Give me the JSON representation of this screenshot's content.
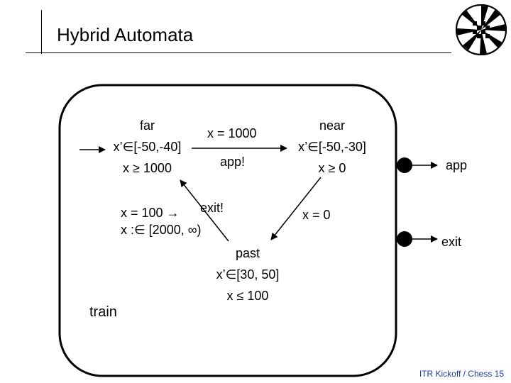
{
  "slide": {
    "title": "Hybrid Automata",
    "footer": "ITR Kickoff / Chess  15"
  },
  "automaton": {
    "name": "train",
    "states": {
      "far": {
        "name": "far",
        "flow": "x’∈[-50,-40]",
        "invariant": "x ≥ 1000"
      },
      "near": {
        "name": "near",
        "flow": "x’∈[-50,-30]",
        "invariant": "x ≥ 0"
      },
      "past": {
        "name": "past",
        "flow": "x’∈[30, 50]",
        "invariant": "x ≤ 100"
      }
    },
    "transitions": {
      "far_to_near": {
        "guard": "x = 1000",
        "event": "app!"
      },
      "near_to_past": {
        "guard": "x = 0"
      },
      "past_to_far": {
        "event": "exit!",
        "guard": "x = 100 →",
        "reset": "x :∈ [2000, ∞)"
      }
    },
    "ports": {
      "app": "app",
      "exit": "exit"
    }
  },
  "colors": {
    "stroke": "#000000",
    "footer": "#1a3aa0"
  }
}
